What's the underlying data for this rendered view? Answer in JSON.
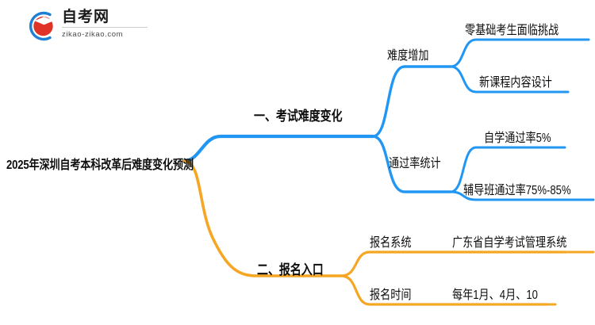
{
  "logo": {
    "name": "自考网",
    "domain": "zikao-zikao.com",
    "mark_icon": "graduation-cap-logo-icon",
    "arc_color": "#1e7fd4",
    "cap_color": "#e03226"
  },
  "mindmap": {
    "root": {
      "label": "2025年深圳自考本科改革后难度变化预测"
    },
    "branches": [
      {
        "label": "一、考试难度变化",
        "color": "#2196f3",
        "children": [
          {
            "label": "难度增加",
            "leaves": [
              {
                "label": "零基础考生面临挑战"
              },
              {
                "label": "新课程内容设计"
              }
            ]
          },
          {
            "label": "通过率统计",
            "leaves": [
              {
                "label": "自学通过率5%"
              },
              {
                "label": "辅导班通过率75%-85%"
              }
            ]
          }
        ]
      },
      {
        "label": "二、报名入口",
        "color": "#f5a623",
        "children": [
          {
            "label": "报名系统",
            "leaves": [
              {
                "label": "广东省自学考试管理系统"
              }
            ]
          },
          {
            "label": "报名时间",
            "leaves": [
              {
                "label": "每年1月、4月、10"
              }
            ]
          }
        ]
      }
    ]
  }
}
